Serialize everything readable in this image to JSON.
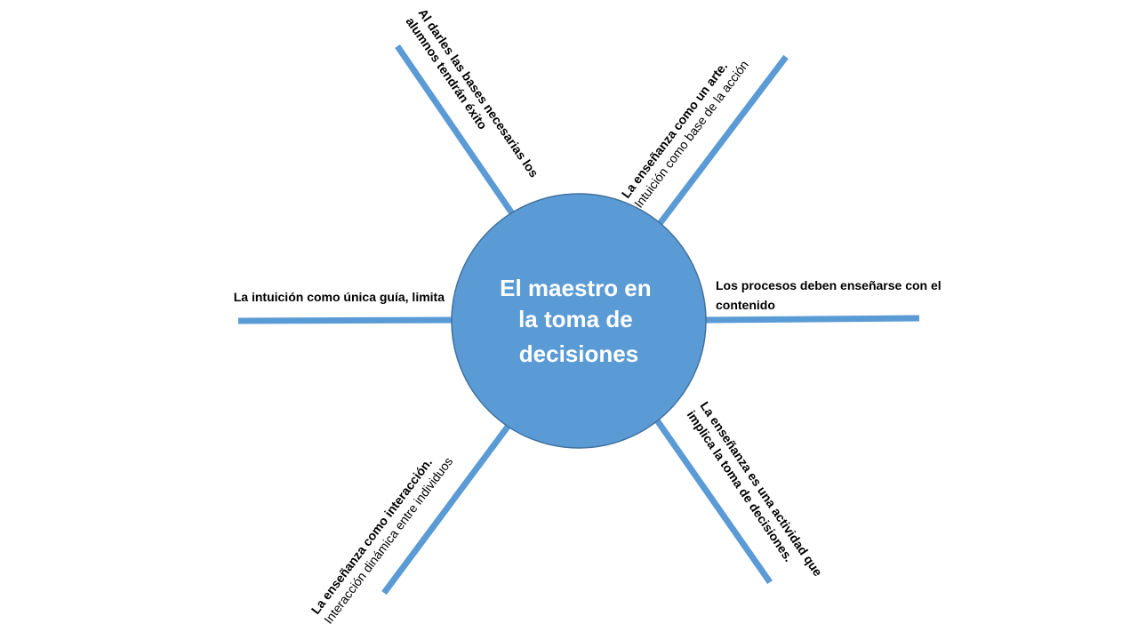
{
  "diagram": {
    "center": {
      "lines": [
        "El maestro en",
        "la toma de",
        "decisiones"
      ],
      "fill_color": "#5B9BD5",
      "stroke_color": "#41719C",
      "text_color": "#FFFFFF"
    },
    "spoke_color": "#5B9BD5",
    "branches": {
      "top_left": {
        "lines": [
          "Al darles las bases necesarias los",
          "alumnos tendrán éxito"
        ],
        "style": [
          "bold",
          "bold"
        ]
      },
      "top_right": {
        "lines": [
          "La enseñanza como un arte.",
          "Intuición como base de la acción"
        ],
        "style": [
          "bold",
          "normal"
        ]
      },
      "left": {
        "lines": [
          "La intuición como única guía, limita"
        ],
        "style": [
          "bold"
        ]
      },
      "right": {
        "lines": [
          "Los procesos deben enseñarse con el",
          "contenido"
        ],
        "style": [
          "bold",
          "bold"
        ]
      },
      "bottom_left": {
        "lines": [
          "La enseñanza como interacción.",
          "Interacción dinámica entre individuos"
        ],
        "style": [
          "bold",
          "normal"
        ]
      },
      "bottom_right": {
        "lines": [
          "La enseñanza es una actividad que",
          "implica la toma de decisiones."
        ],
        "style": [
          "bold",
          "bold"
        ]
      }
    }
  }
}
